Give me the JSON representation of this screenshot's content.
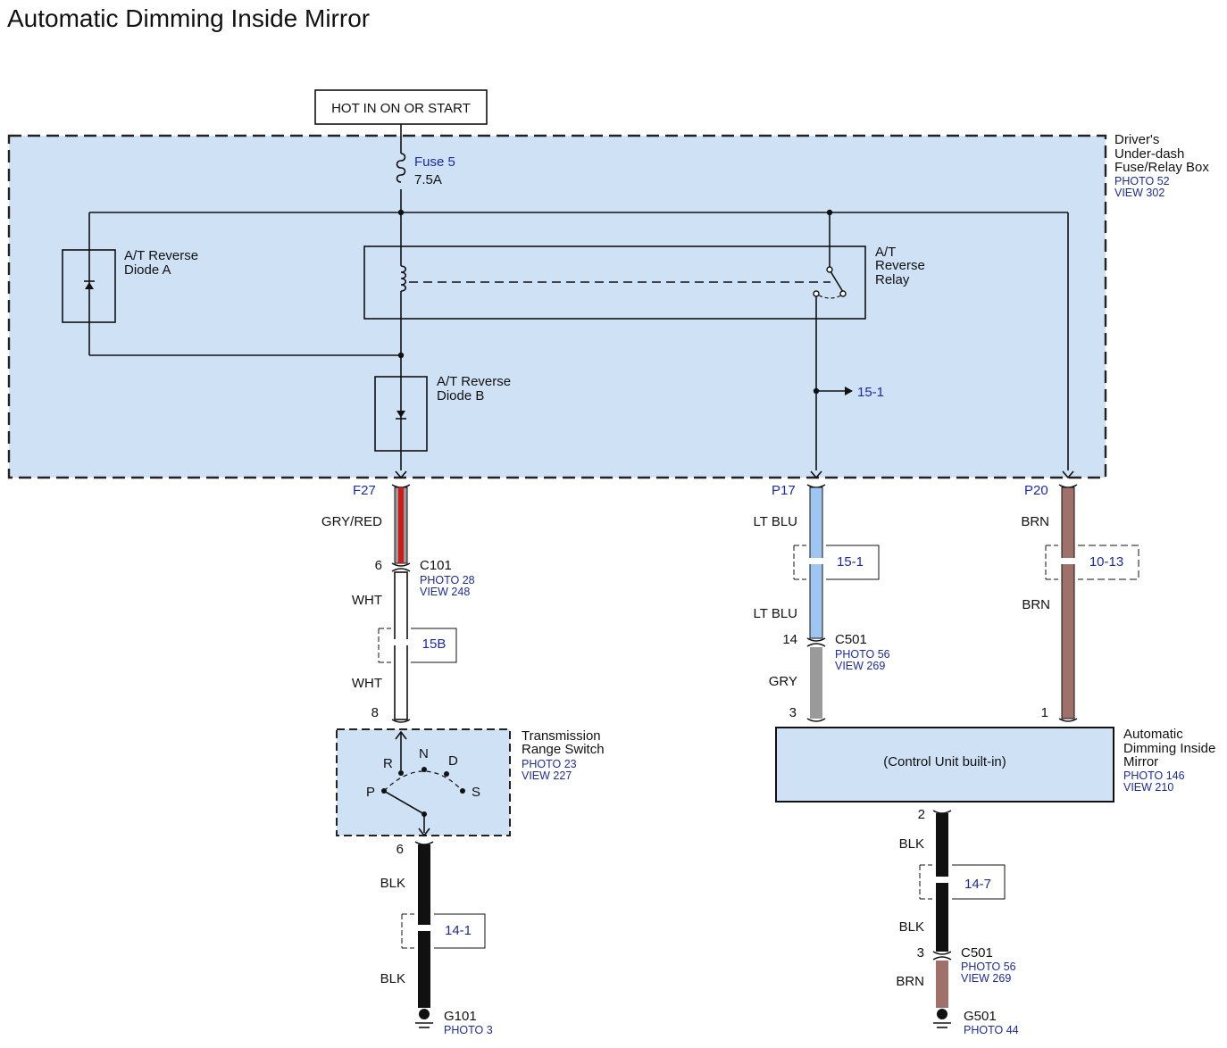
{
  "title": "Automatic Dimming Inside Mirror",
  "power_label": "HOT IN ON OR START",
  "fuse_box": {
    "line1": "Driver's",
    "line2": "Under-dash",
    "line3": "Fuse/Relay Box",
    "photo": "PHOTO 52",
    "view": "VIEW 302"
  },
  "fuse": {
    "name": "Fuse 5",
    "rating": "7.5A"
  },
  "diode_a": {
    "line1": "A/T Reverse",
    "line2": "Diode A"
  },
  "diode_b": {
    "line1": "A/T Reverse",
    "line2": "Diode B"
  },
  "relay": {
    "line1": "A/T",
    "line2": "Reverse",
    "line3": "Relay"
  },
  "relay_ref": "15-1",
  "terminals": {
    "f27": "F27",
    "p17": "P17",
    "p20": "P20"
  },
  "wires": {
    "gry_red": "GRY/RED",
    "wht_top": "WHT",
    "wht_bottom": "WHT",
    "lt_blu_top": "LT BLU",
    "lt_blu_bottom": "LT BLU",
    "gry": "GRY",
    "brn_top": "BRN",
    "brn_mid": "BRN",
    "blk_left_top": "BLK",
    "blk_left_bottom": "BLK",
    "blk_right_top": "BLK",
    "blk_right_bottom": "BLK",
    "brn_bottom": "BRN"
  },
  "page_refs": {
    "ref_15b": "15B",
    "ref_15_1": "15-1",
    "ref_10_13": "10-13",
    "ref_14_1": "14-1",
    "ref_14_7": "14-7"
  },
  "c101": {
    "name": "C101",
    "photo": "PHOTO 28",
    "view": "VIEW 248",
    "pin_top": "6",
    "pin_bottom": "8"
  },
  "c501_top": {
    "name": "C501",
    "photo": "PHOTO 56",
    "view": "VIEW 269",
    "pin_top": "14",
    "pin_bottom": "3"
  },
  "c501_bottom": {
    "name": "C501",
    "photo": "PHOTO 56",
    "view": "VIEW 269",
    "pin": "3"
  },
  "trans_switch": {
    "line1": "Transmission",
    "line2": "Range Switch",
    "photo": "PHOTO 23",
    "view": "VIEW 227",
    "pos_p": "P",
    "pos_r": "R",
    "pos_n": "N",
    "pos_d": "D",
    "pos_s": "S",
    "pin_out": "6"
  },
  "mirror": {
    "line1": "Automatic",
    "line2": "Dimming Inside",
    "line3": "Mirror",
    "photo": "PHOTO 146",
    "view": "VIEW 210",
    "inner": "(Control Unit built-in)",
    "pin_in": "1",
    "pin_out": "2"
  },
  "g101": {
    "name": "G101",
    "photo": "PHOTO 3"
  },
  "g501": {
    "name": "G501",
    "photo": "PHOTO 44"
  },
  "colors": {
    "box_fill": "#cfe1f5",
    "gry": "#9a9a9a",
    "red": "#cc1b1b",
    "lt_blu": "#9fc6f0",
    "brn": "#a0706a",
    "blk": "#111111",
    "ref_text": "#1c2aa8"
  }
}
